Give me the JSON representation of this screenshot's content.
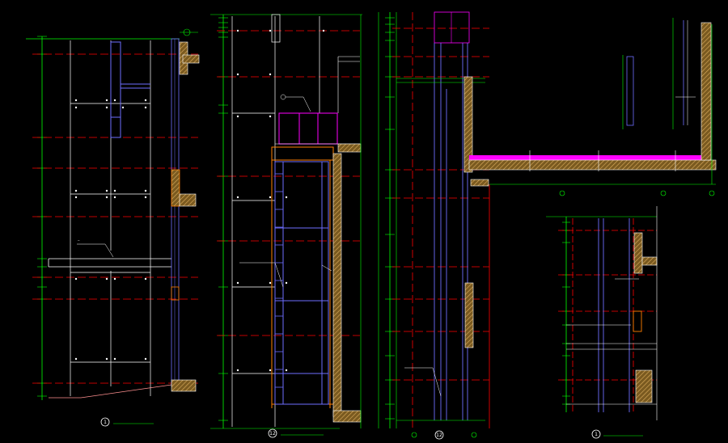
{
  "colors": {
    "background": "#000000",
    "dim_green": "#00ff00",
    "axis_red": "#ff0000",
    "panel_white": "#ffffff",
    "steel_blue": "#6e6eff",
    "wall_orange": "#ff7f00",
    "accent_magenta": "#ff00ff",
    "hatch_yellow": "#c8a050"
  },
  "details": [
    {
      "id": "d1",
      "number": "1"
    },
    {
      "id": "d2",
      "number": "12"
    },
    {
      "id": "d3",
      "number": "12"
    },
    {
      "id": "d4",
      "number": "1"
    }
  ]
}
